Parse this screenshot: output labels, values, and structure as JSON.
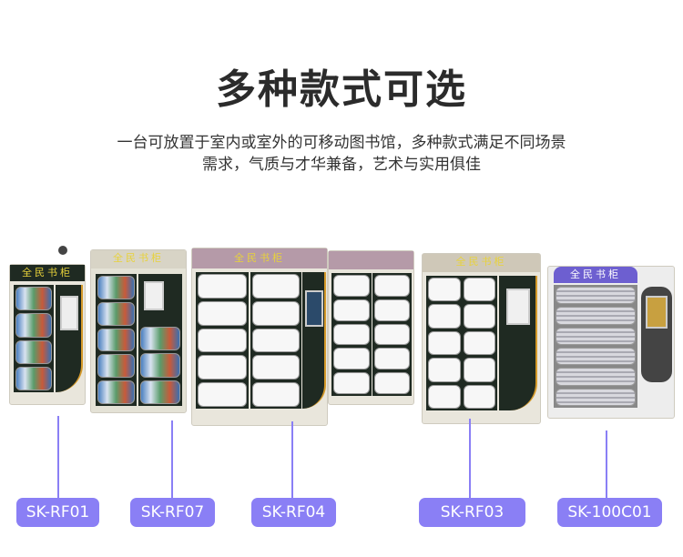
{
  "header": {
    "title": "多种款式可选",
    "description_line1": "一台可放置于室内或室外的可移动图书馆，多种款式满足不同场景",
    "description_line2": "需求，气质与才华兼备，艺术与实用俱佳"
  },
  "cabinet_sign": "全民书柜",
  "models": [
    {
      "label": "SK-RF01"
    },
    {
      "label": "SK-RF07"
    },
    {
      "label": "SK-RF04"
    },
    {
      "label": "SK-RF03"
    },
    {
      "label": "SK-100C01"
    }
  ],
  "colors": {
    "accent": "#8a7ff5",
    "title": "#2b2b2b",
    "cabinet_frame": "#1f2a22"
  }
}
